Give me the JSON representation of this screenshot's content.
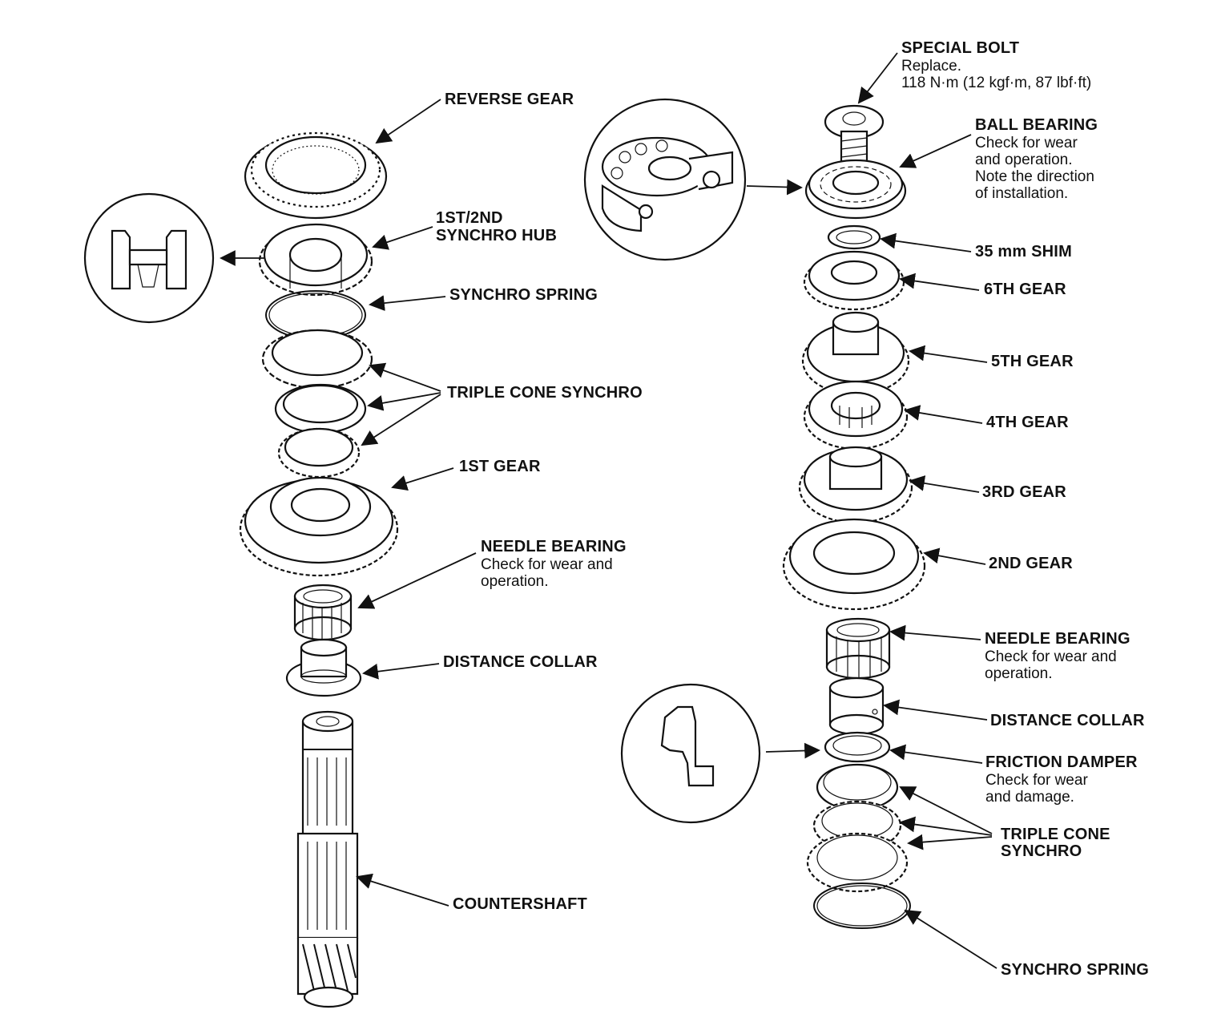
{
  "colors": {
    "ink": "#111111",
    "paper": "#ffffff"
  },
  "left_stack": {
    "reverse_gear": "REVERSE GEAR",
    "synchro_hub_l1": "1ST/2ND",
    "synchro_hub_l2": "SYNCHRO HUB",
    "synchro_spring": "SYNCHRO SPRING",
    "triple_cone_synchro": "TRIPLE CONE SYNCHRO",
    "first_gear": "1ST GEAR",
    "needle_bearing": {
      "title": "NEEDLE BEARING",
      "note_l1": "Check for wear and",
      "note_l2": "operation."
    },
    "distance_collar": "DISTANCE COLLAR",
    "countershaft": "COUNTERSHAFT"
  },
  "right_stack": {
    "special_bolt": {
      "title": "SPECIAL BOLT",
      "note_l1": "Replace.",
      "note_l2": "118 N·m (12 kgf·m, 87 lbf·ft)"
    },
    "ball_bearing": {
      "title": "BALL BEARING",
      "note_l1": "Check for wear",
      "note_l2": "and operation.",
      "note_l3": "Note the direction",
      "note_l4": "of installation."
    },
    "shim": "35 mm SHIM",
    "sixth_gear": "6TH GEAR",
    "fifth_gear": "5TH GEAR",
    "fourth_gear": "4TH GEAR",
    "third_gear": "3RD GEAR",
    "second_gear": "2ND GEAR",
    "needle_bearing": {
      "title": "NEEDLE BEARING",
      "note_l1": "Check for wear and",
      "note_l2": "operation."
    },
    "distance_collar": "DISTANCE COLLAR",
    "friction_damper": {
      "title": "FRICTION DAMPER",
      "note_l1": "Check for wear",
      "note_l2": "and damage."
    },
    "triple_cone_synchro_l1": "TRIPLE CONE",
    "triple_cone_synchro_l2": "SYNCHRO",
    "synchro_spring": "SYNCHRO SPRING"
  }
}
